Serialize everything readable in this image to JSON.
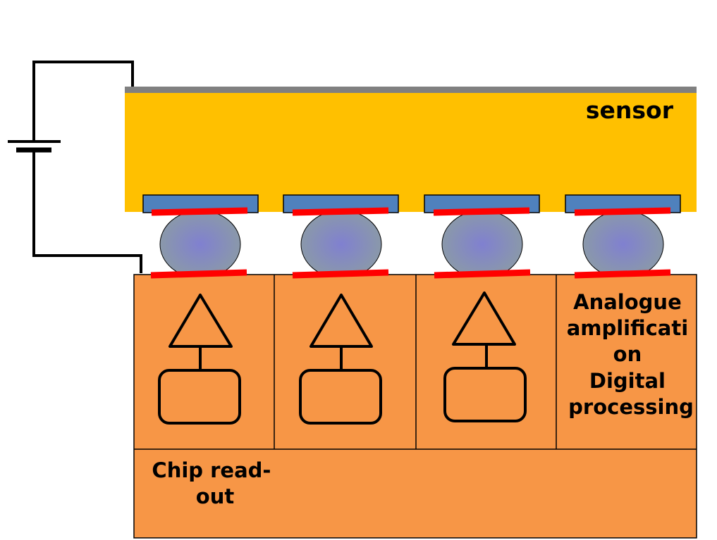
{
  "labels": {
    "sensor": "sensor",
    "analogue_lines": [
      "Analogue",
      "amplificati",
      "on",
      "Digital",
      "processing"
    ],
    "chip_lines": [
      "Chip read-",
      "out"
    ]
  },
  "colors": {
    "sensor": "#ffc000",
    "sensor_top": "#808080",
    "pad": "#4f81bd",
    "contact": "#ff0000",
    "bump_center": "#8080d0",
    "bump_edge": "#8b9ba6",
    "chip": "#f79646",
    "line": "#000000"
  }
}
